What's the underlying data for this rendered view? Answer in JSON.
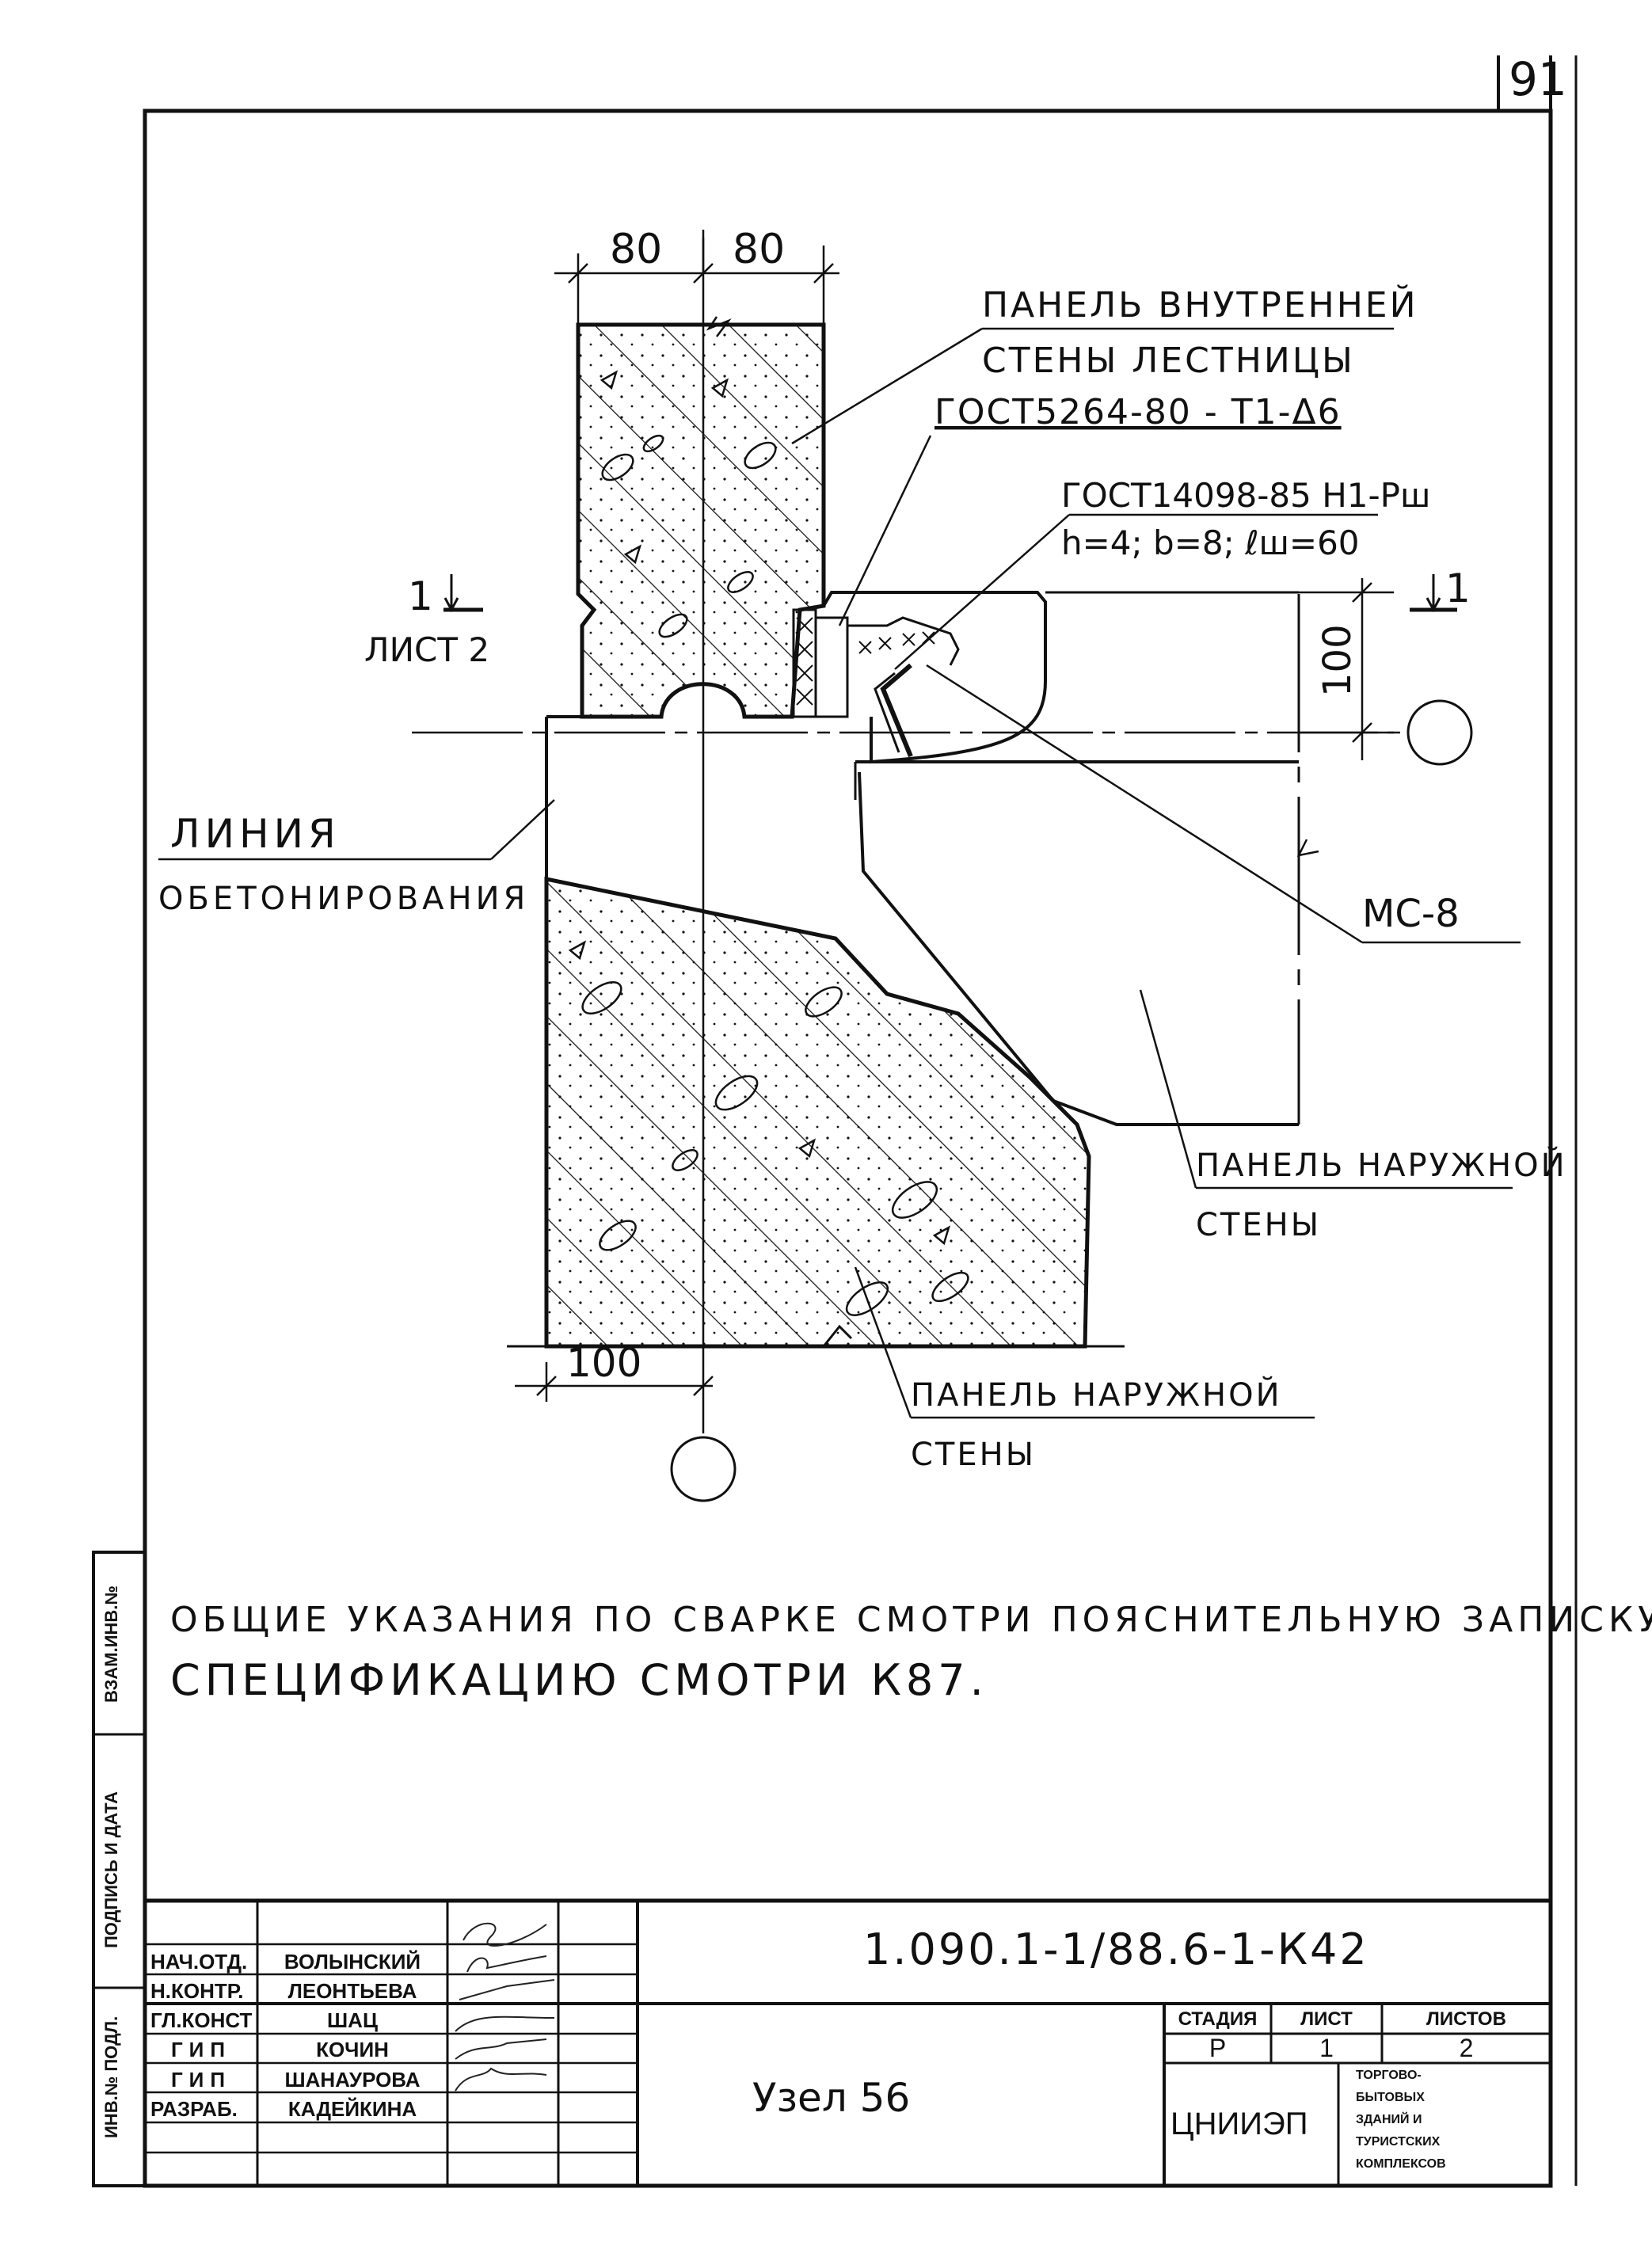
{
  "sheet_number": "91",
  "labels": {
    "dim_80_left": "80",
    "dim_80_right": "80",
    "dim_100_right": "100",
    "dim_100_bottom": "100",
    "inner_panel_line1": "ПАНЕЛЬ ВНУТРЕННЕЙ",
    "inner_panel_line2": "СТЕНЫ ЛЕСТНИЦЫ",
    "inner_panel_line3": "ГОСТ5264-80 - Т1-Δ6",
    "weld_line1": "ГОСТ14098-85 Н1-Рш",
    "weld_line2": "h=4; b=8; ℓш=60",
    "section_left_num": "1",
    "section_left_sheet": "ЛИСТ 2",
    "section_right_num": "1",
    "concrete_line1": "ЛИНИЯ",
    "concrete_line2": "ОБЕТОНИРОВАНИЯ",
    "mc8": "МС-8",
    "outer_panel_a_line1": "ПАНЕЛЬ НАРУЖНОЙ",
    "outer_panel_a_line2": "СТЕНЫ",
    "outer_panel_b_line1": "ПАНЕЛЬ НАРУЖНОЙ",
    "outer_panel_b_line2": "СТЕНЫ"
  },
  "notes": {
    "line1": "ОБЩИЕ УКАЗАНИЯ ПО СВАРКЕ СМОТРИ ПОЯСНИТЕЛЬНУЮ ЗАПИСКУ.",
    "line2": "СПЕЦИФИКАЦИЮ СМОТРИ К87."
  },
  "side_stamp": {
    "vzam": "ВЗАМ.ИНВ.№",
    "podpis": "ПОДПИСЬ И ДАТА",
    "inv": "ИНВ.№ ПОДЛ."
  },
  "title_block": {
    "document_code": "1.090.1-1/88.6-1-К42",
    "drawing_title": "Узел 56",
    "organization": "ЦНИИЭП",
    "org_desc": [
      "ТОРГОВО-",
      "БЫТОВЫХ",
      "ЗДАНИЙ И",
      "ТУРИСТСКИХ",
      "КОМПЛЕКСОВ"
    ],
    "headers": {
      "stage": "СТАДИЯ",
      "sheet": "ЛИСТ",
      "sheets": "ЛИСТОВ"
    },
    "values": {
      "stage": "Р",
      "sheet": "1",
      "sheets": "2"
    },
    "roles": [
      {
        "role": "НАЧ.ОТД.",
        "name": "ВОЛЫНСКИЙ"
      },
      {
        "role": "Н.КОНТР.",
        "name": "ЛЕОНТЬЕВА"
      },
      {
        "role": "ГЛ.КОНСТ",
        "name": "ШАЦ"
      },
      {
        "role": "ГИП",
        "name": "КОЧИН"
      },
      {
        "role": "ГИП",
        "name": "ШАНАУРОВА"
      },
      {
        "role": "РАЗРАБ.",
        "name": "КАДЕЙКИНА"
      }
    ]
  }
}
